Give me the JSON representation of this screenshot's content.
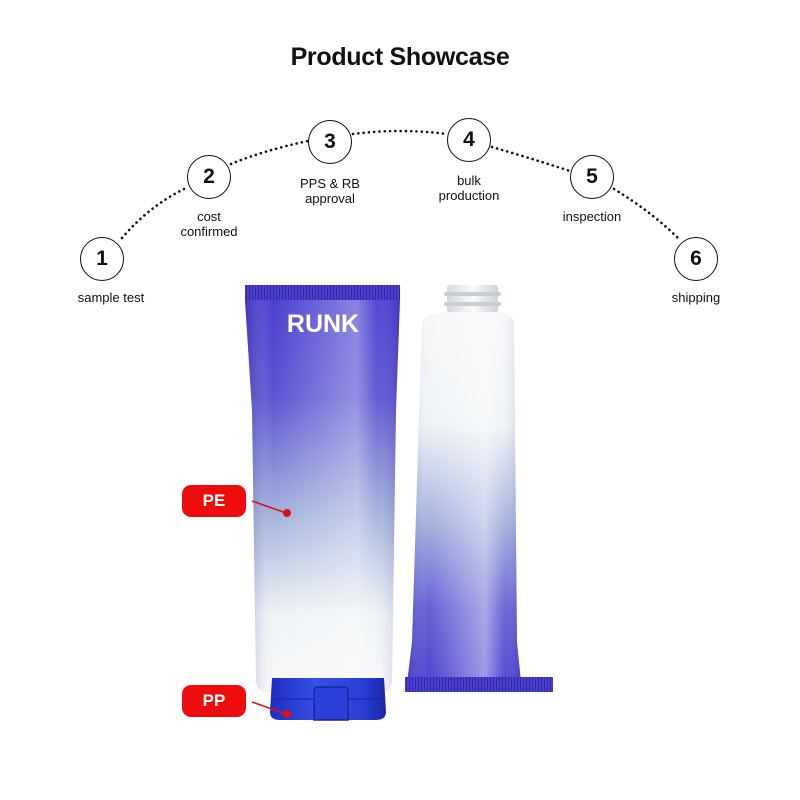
{
  "header": {
    "title": "Product Showcase"
  },
  "process_steps": [
    {
      "number": "1",
      "label_lines": [
        "sample test"
      ]
    },
    {
      "number": "2",
      "label_lines": [
        "cost",
        "confirmed"
      ]
    },
    {
      "number": "3",
      "label_lines": [
        "PPS & RB",
        "approval"
      ]
    },
    {
      "number": "4",
      "label_lines": [
        "bulk",
        "production"
      ]
    },
    {
      "number": "5",
      "label_lines": [
        "inspection"
      ]
    },
    {
      "number": "6",
      "label_lines": [
        "shipping"
      ]
    }
  ],
  "product": {
    "brand": "RUNK",
    "colors": {
      "brand_blue": "#4a3fd0",
      "white": "#f4f6f8",
      "tag_red": "#ee0d0d"
    },
    "callouts": [
      {
        "label": "PE",
        "target": "tube-body"
      },
      {
        "label": "PP",
        "target": "flip-cap"
      }
    ]
  }
}
